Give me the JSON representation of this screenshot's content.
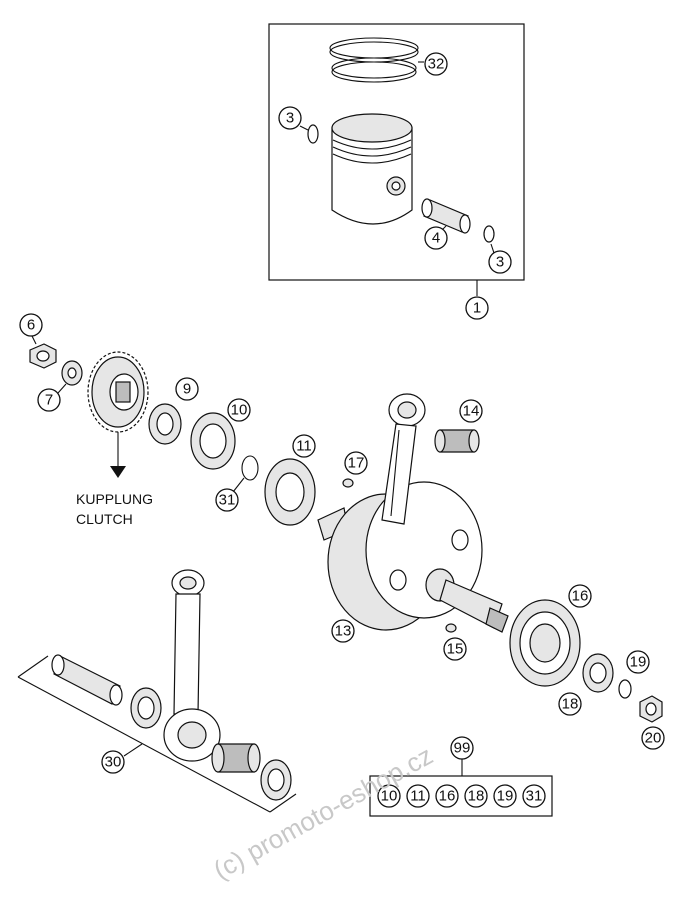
{
  "callouts": {
    "c1": "1",
    "c3a": "3",
    "c3b": "3",
    "c4": "4",
    "c32": "32",
    "c6": "6",
    "c7": "7",
    "c9": "9",
    "c10": "10",
    "c11": "11",
    "c31": "31",
    "c17": "17",
    "c14": "14",
    "c13": "13",
    "c15": "15",
    "c16": "16",
    "c18": "18",
    "c19": "19",
    "c20": "20",
    "c30": "30",
    "c99": "99"
  },
  "kit_99": [
    "10",
    "11",
    "16",
    "18",
    "19",
    "31"
  ],
  "clutch_label": {
    "line1": "KUPPLUNG",
    "line2": "CLUTCH"
  },
  "watermark": "(c) promoto-eshop.cz",
  "colors": {
    "line": "#111111",
    "watermark": "#c8c8c8",
    "part_fill": "#e6e6e6"
  }
}
